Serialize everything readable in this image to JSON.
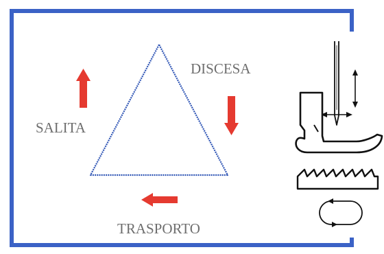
{
  "labels": {
    "salita": "SALITA",
    "discesa": "DISCESA",
    "trasporto": "TRASPORTO"
  },
  "colors": {
    "frame": "#3b62c6",
    "triangle": "#2f55b5",
    "arrow": "#e53a30",
    "text": "#6e6e6e",
    "mechanism": "#111111"
  },
  "icons": {
    "salita": "arrow-up-icon",
    "discesa": "arrow-down-icon",
    "trasporto": "arrow-left-icon",
    "needle": "needle-icon",
    "presser_foot": "presser-foot-icon",
    "feed_dog": "feed-dog-icon",
    "cycle": "feed-cycle-icon"
  }
}
